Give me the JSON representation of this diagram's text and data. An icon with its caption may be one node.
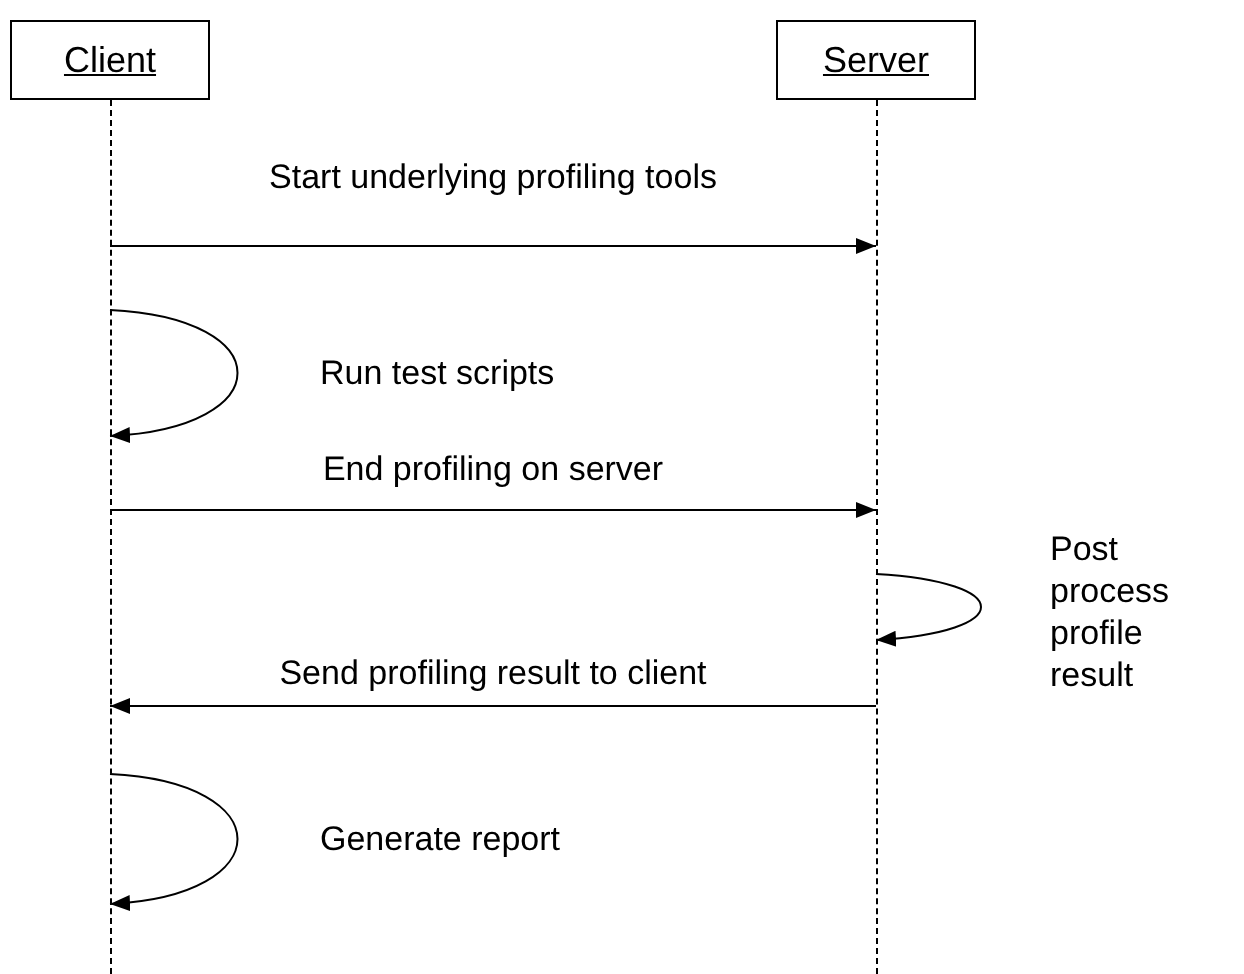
{
  "diagram": {
    "nodes": [
      {
        "text": [
          "Client"
        ]
      },
      {
        "text": [
          "Server"
        ]
      },
      {
        "text": [],
        "shape": "line"
      },
      {
        "text": [],
        "shape": "line"
      }
    ],
    "edges": [
      {
        "from": 2,
        "to": 3,
        "arrow": "to",
        "label": "Start underlying profiling tools"
      },
      {
        "from": 2,
        "to": 2,
        "arrow": "to",
        "label": "Run test scripts"
      },
      {
        "from": 2,
        "to": 3,
        "arrow": "to",
        "label": "End profiling on server"
      },
      {
        "from": 3,
        "to": 3,
        "arrow": "to",
        "label": "Post process profile result"
      },
      {
        "from": 3,
        "to": 2,
        "arrow": "to",
        "label": "Send profiling result to client"
      },
      {
        "from": 2,
        "to": 2,
        "arrow": "to",
        "label": "Generate report"
      }
    ]
  }
}
